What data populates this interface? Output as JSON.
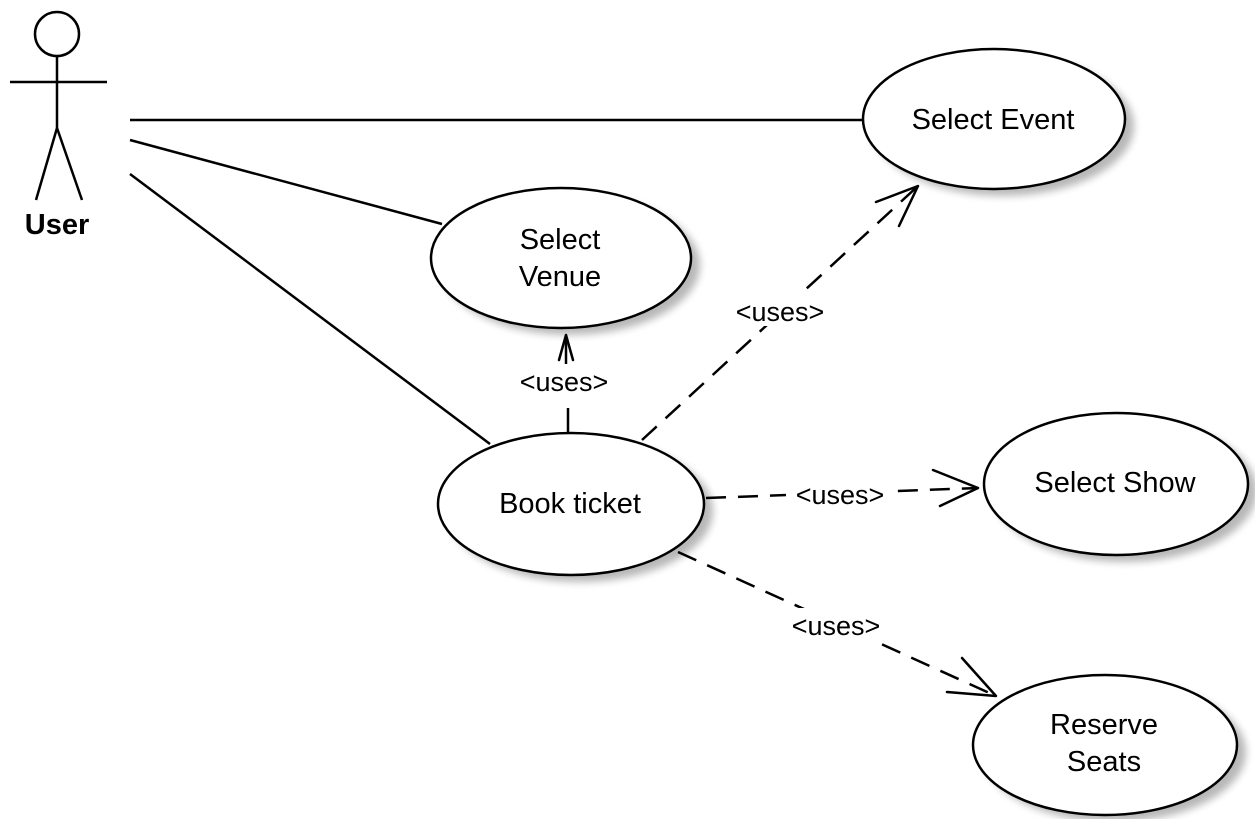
{
  "actor": {
    "name": "User"
  },
  "use_cases": {
    "select_event": {
      "lines": [
        "Select Event"
      ]
    },
    "select_venue": {
      "lines": [
        "Select",
        "Venue"
      ]
    },
    "book_ticket": {
      "lines": [
        "Book ticket"
      ]
    },
    "select_show": {
      "lines": [
        "Select Show"
      ]
    },
    "reserve_seats": {
      "lines": [
        "Reserve",
        "Seats"
      ]
    }
  },
  "relations": {
    "uses_venue": "<uses>",
    "uses_event": "<uses>",
    "uses_show": "<uses>",
    "uses_seats": "<uses>"
  }
}
